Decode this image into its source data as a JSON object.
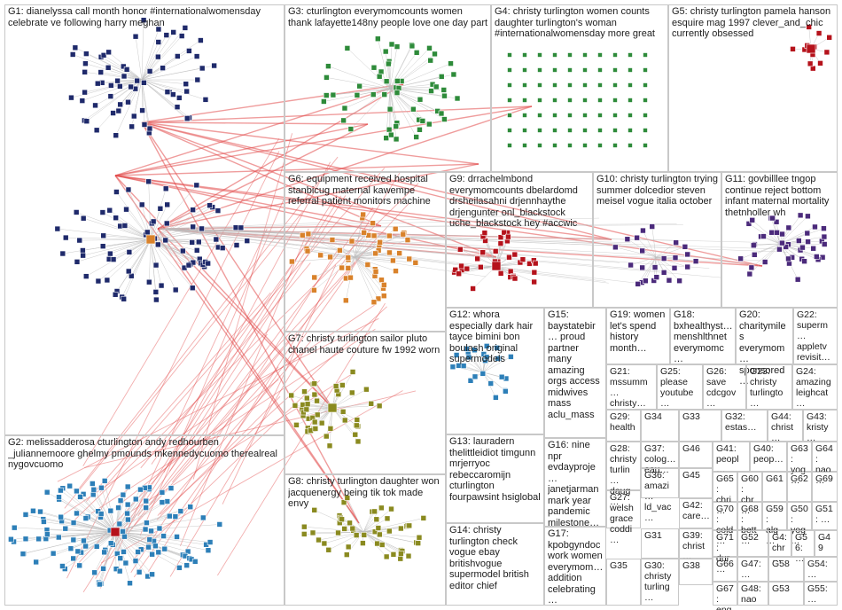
{
  "colors": {
    "edge": "#e24a4a",
    "edge_light": "#bdbdbd",
    "node_fill": "#1f2a6b",
    "node_alt": "#2e8b3a",
    "node_purple": "#4b2a7b",
    "node_orange": "#d9822b",
    "node_blue": "#2d7fb8",
    "node_olive": "#8a8a20",
    "node_red": "#b5121b",
    "box_border": "#c8c8c8"
  },
  "groups": [
    {
      "id": "G1",
      "label": "G1: dianelyssa call month honor #internationalwomensday celebrate ve following harry meghan"
    },
    {
      "id": "G2",
      "label": "G2: melissadderosa cturlington andy redhourben _juliannemoore ghelmy pmounds mkennedycuomo therealreal nygovcuomo"
    },
    {
      "id": "G3",
      "label": "G3: cturlington everymomcounts women thank lafayette148ny people love one day part"
    },
    {
      "id": "G4",
      "label": "G4: christy turlington women counts daughter turlington's woman #internationalwomensday more great"
    },
    {
      "id": "G5",
      "label": "G5: christy turlington pamela hanson esquire mag 1997 clever_and_chic currently obsessed"
    },
    {
      "id": "G6",
      "label": "G6: equipment received hospital stanbicug maternal kawempe referral patient monitors machine"
    },
    {
      "id": "G7",
      "label": "G7: christy turlington sailor pluto chanel haute couture fw 1992 worn"
    },
    {
      "id": "G8",
      "label": "G8: christy turlington daughter won jacquenergy being tik tok made envy"
    },
    {
      "id": "G9",
      "label": "G9: drrachelmbond everymomcounts dbelardomd drsheilasahni drjennhaythe drjengunter onl_blackstock uche_blackstock hey #accwic"
    },
    {
      "id": "G10",
      "label": "G10: christy turlington trying summer dolcedior steven meisel vogue italia october"
    },
    {
      "id": "G11",
      "label": "G11: govbilllee tngop continue reject bottom infant maternal mortality thetnholler wh"
    },
    {
      "id": "G12",
      "label": "G12: whora especially dark hair tayce bimini bon boulash original supermodels"
    },
    {
      "id": "G13",
      "label": "G13: lauradern thelittleidiot timgunn mrjerryoc rebeccaromijn cturlington fourpawsint hsiglobal"
    },
    {
      "id": "G14",
      "label": "G14: christy turlington check vogue ebay britishvogue supermodel british editor chief"
    },
    {
      "id": "G15",
      "label": "G15: baystatebir… proud partner many amazing orgs access midwives mass aclu_mass"
    },
    {
      "id": "G16",
      "label": "G16: nine npr evdayproje… janetjarman mark year pandemic milestone…"
    },
    {
      "id": "G17",
      "label": "G17: kpobgyndoc work women everymom… addition celebrating…"
    },
    {
      "id": "G18",
      "label": "G18: bxhealthyst… menshlthnet everymomc…"
    },
    {
      "id": "G19",
      "label": "G19: women let's spend history month…"
    },
    {
      "id": "G20",
      "label": "G20: charitymiles everymom… sponsored…"
    },
    {
      "id": "G21",
      "label": "G21: mssumm… christy…"
    },
    {
      "id": "G22",
      "label": "G22: superm… appletv revisit…"
    },
    {
      "id": "G23",
      "label": "G23: christy turlingto…"
    },
    {
      "id": "G24",
      "label": "G24: amazing leighcat…"
    },
    {
      "id": "G25",
      "label": "G25: please youtube…"
    },
    {
      "id": "G26",
      "label": "G26: save cdcgov…"
    },
    {
      "id": "G27",
      "label": "G27: welsh grace coddi…"
    },
    {
      "id": "G28",
      "label": "G28: christy turlin… daug…"
    },
    {
      "id": "G29",
      "label": "G29: health"
    },
    {
      "id": "G30",
      "label": "G30: christy turling…"
    },
    {
      "id": "G31",
      "label": "G31"
    },
    {
      "id": "G32",
      "label": "G32: estas…"
    },
    {
      "id": "G33",
      "label": "G33"
    },
    {
      "id": "G34",
      "label": "G34"
    },
    {
      "id": "G35",
      "label": "G35"
    },
    {
      "id": "G36",
      "label": "G36: amazi… ld_vac…"
    },
    {
      "id": "G37",
      "label": "G37: colog… eau…"
    },
    {
      "id": "G38",
      "label": "G38"
    },
    {
      "id": "G39",
      "label": "G39: christ…"
    },
    {
      "id": "G40",
      "label": "G40: peop…"
    },
    {
      "id": "G41",
      "label": "G41: peopl…"
    },
    {
      "id": "G42",
      "label": "G42: care…"
    },
    {
      "id": "G43",
      "label": "G43: kristy…"
    },
    {
      "id": "G44",
      "label": "G44: christ…"
    },
    {
      "id": "G45",
      "label": "G45"
    },
    {
      "id": "G46",
      "label": "G46"
    },
    {
      "id": "G47",
      "label": "G47: …"
    },
    {
      "id": "G48",
      "label": "G48: nao…"
    },
    {
      "id": "G49",
      "label": "G49"
    },
    {
      "id": "G50",
      "label": "G50: yog…"
    },
    {
      "id": "G51",
      "label": "G51: …"
    },
    {
      "id": "G52",
      "label": "G52"
    },
    {
      "id": "G53",
      "label": "G53"
    },
    {
      "id": "G54",
      "label": "G54: …"
    },
    {
      "id": "G55",
      "label": "G55: …"
    },
    {
      "id": "G56",
      "label": "G56: …"
    },
    {
      "id": "G58",
      "label": "G58"
    },
    {
      "id": "G59",
      "label": "G59: alg…"
    },
    {
      "id": "G60",
      "label": "G60: chr…"
    },
    {
      "id": "G61",
      "label": "G61"
    },
    {
      "id": "G62",
      "label": "G62"
    },
    {
      "id": "G63",
      "label": "G63: yog…"
    },
    {
      "id": "G64",
      "label": "G64: nao…"
    },
    {
      "id": "G65",
      "label": "G65: chri…"
    },
    {
      "id": "G66",
      "label": "G66"
    },
    {
      "id": "G67",
      "label": "G67: eng…"
    },
    {
      "id": "G68",
      "label": "G68: bett…"
    },
    {
      "id": "G69",
      "label": "G69"
    },
    {
      "id": "G70",
      "label": "G70: cold…"
    },
    {
      "id": "G71",
      "label": "G71: dur…"
    },
    {
      "id": "G4b",
      "label": "G4: chr…"
    }
  ]
}
